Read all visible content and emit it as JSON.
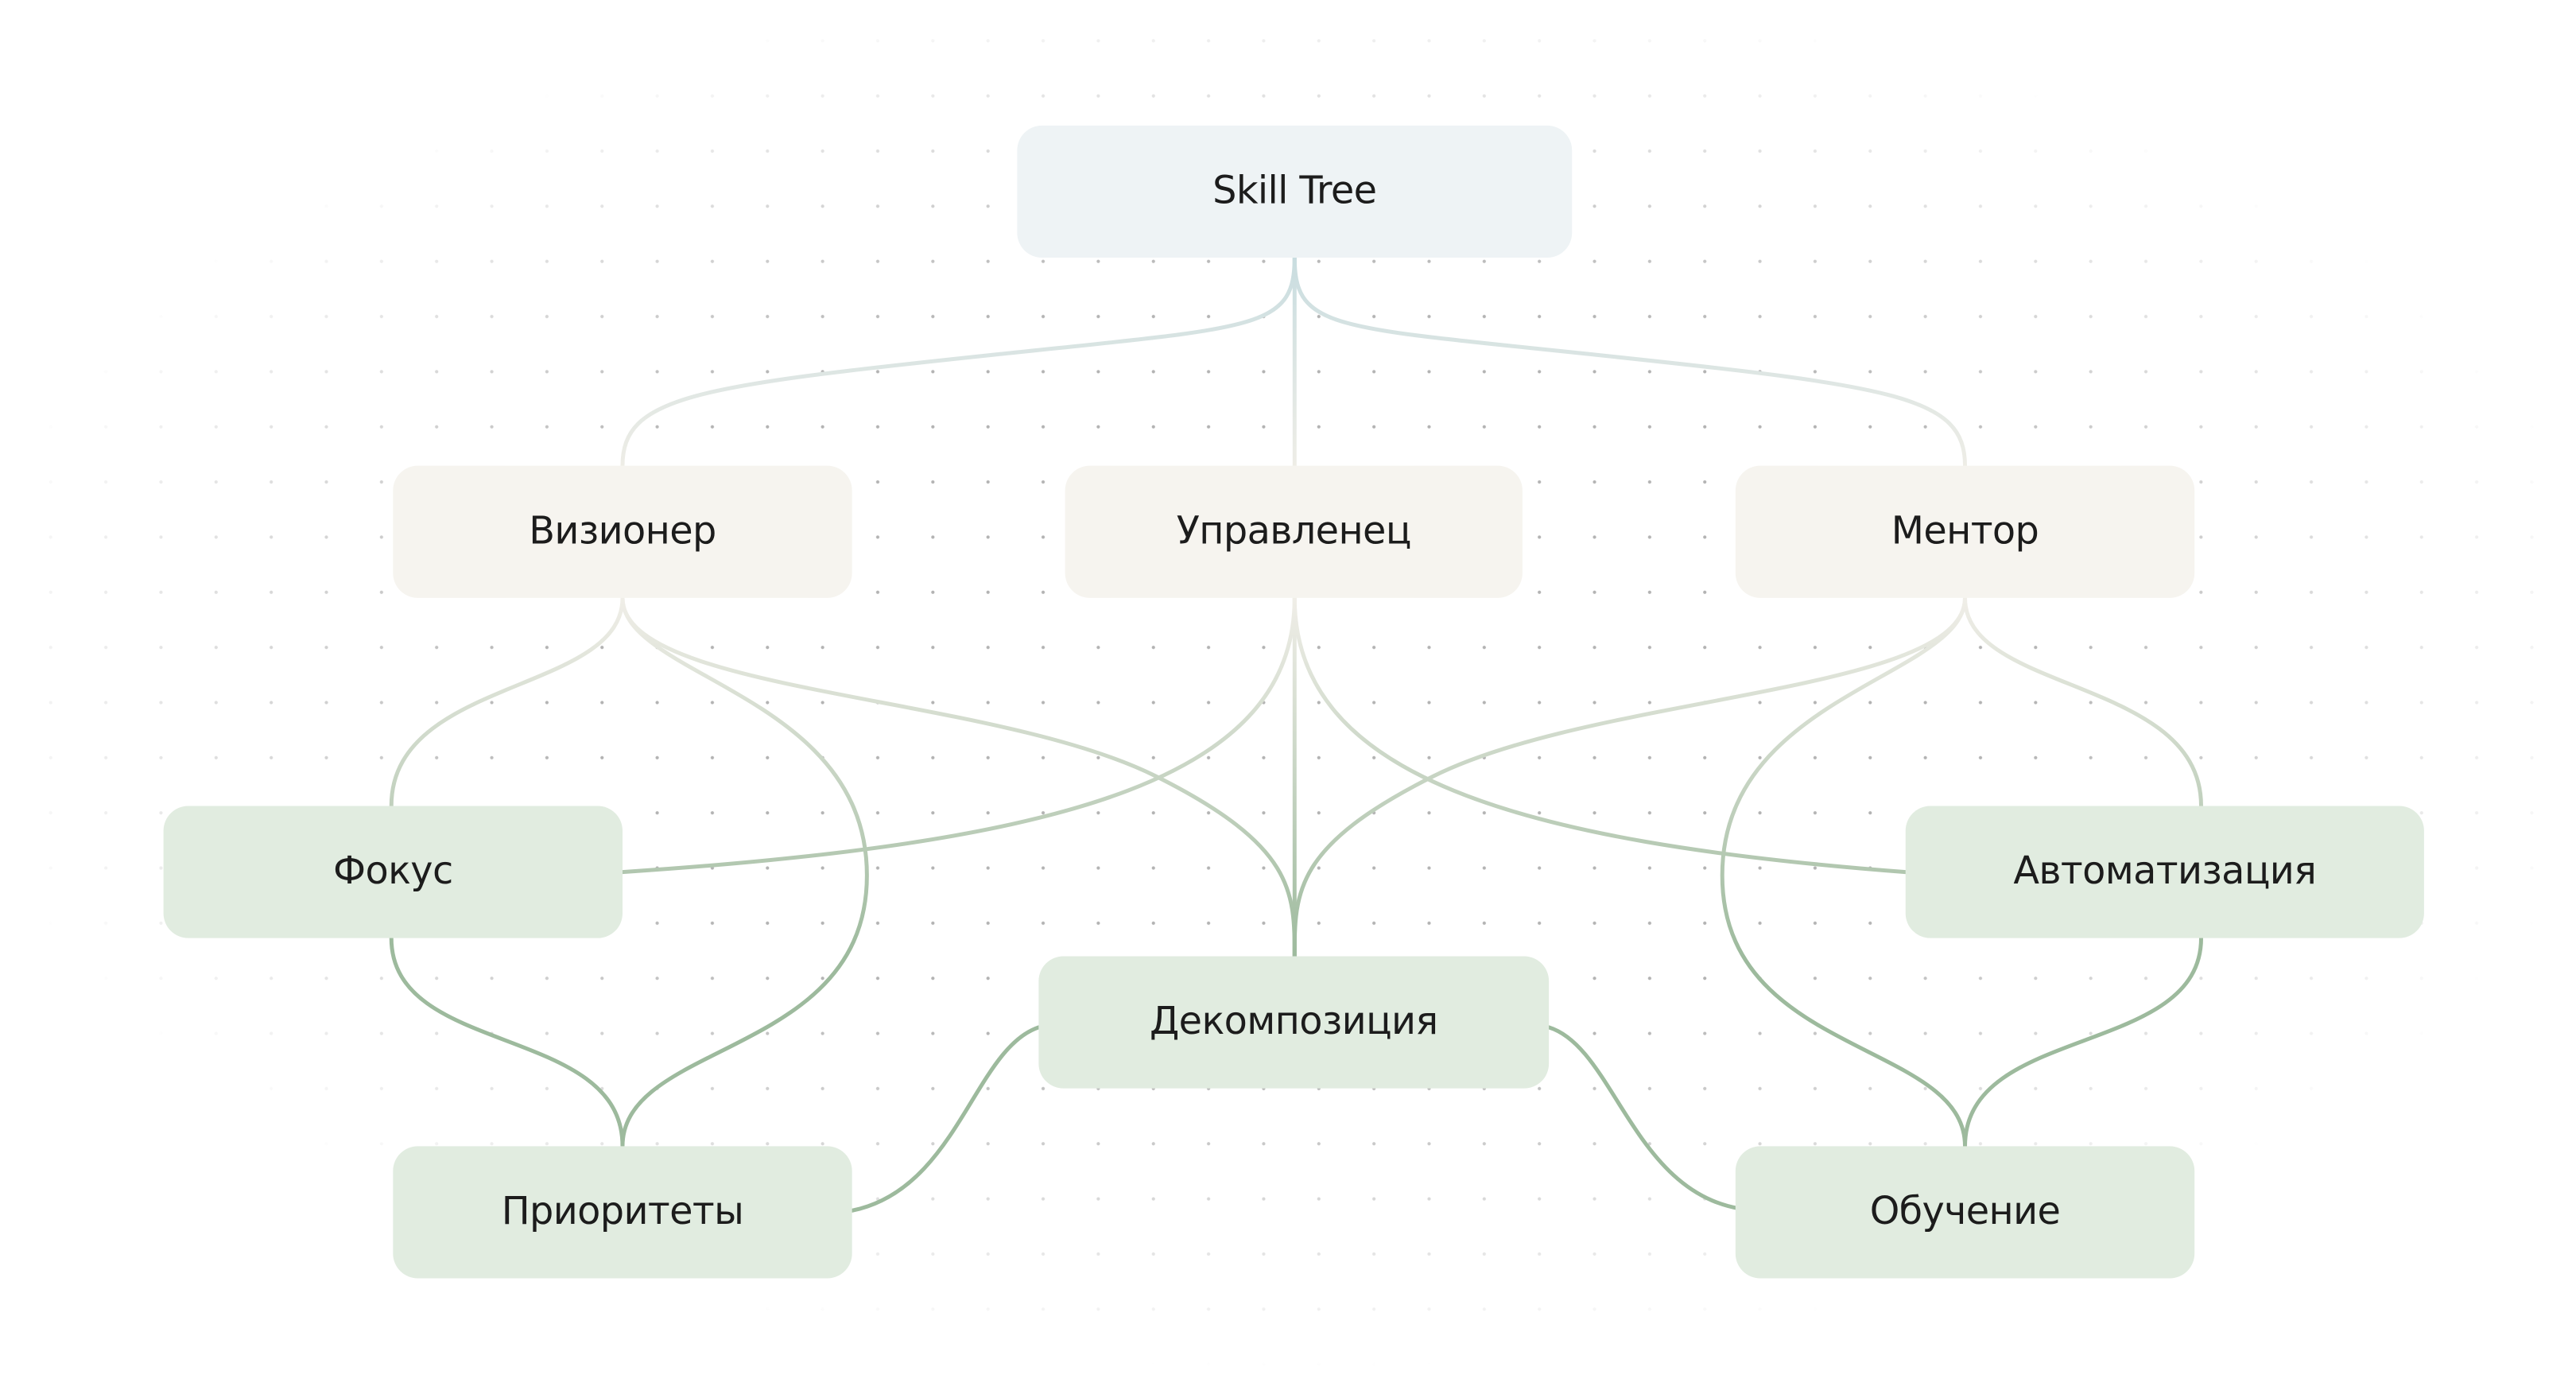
{
  "diagram": {
    "root": {
      "label": "Skill Tree"
    },
    "roles": [
      {
        "id": "visionary",
        "label": "Визионер"
      },
      {
        "id": "manager",
        "label": "Управленец"
      },
      {
        "id": "mentor",
        "label": "Ментор"
      }
    ],
    "skills": [
      {
        "id": "focus",
        "label": "Фокус"
      },
      {
        "id": "automation",
        "label": "Автоматизация"
      },
      {
        "id": "decomposition",
        "label": "Декомпозиция"
      },
      {
        "id": "priorities",
        "label": "Приоритеты"
      },
      {
        "id": "learning",
        "label": "Обучение"
      }
    ],
    "edges": [
      [
        "root",
        "visionary"
      ],
      [
        "root",
        "manager"
      ],
      [
        "root",
        "mentor"
      ],
      [
        "visionary",
        "focus"
      ],
      [
        "visionary",
        "priorities"
      ],
      [
        "visionary",
        "decomposition"
      ],
      [
        "manager",
        "focus"
      ],
      [
        "manager",
        "decomposition"
      ],
      [
        "manager",
        "automation"
      ],
      [
        "mentor",
        "decomposition"
      ],
      [
        "mentor",
        "learning"
      ],
      [
        "mentor",
        "automation"
      ],
      [
        "focus",
        "priorities"
      ],
      [
        "automation",
        "learning"
      ],
      [
        "decomposition",
        "priorities"
      ],
      [
        "decomposition",
        "learning"
      ]
    ],
    "colors": {
      "root": "#eef3f5",
      "role": "#f6f4ef",
      "skill": "#e1ece0",
      "edge_top": "#d3e2e4",
      "edge_mid": "#eeede6",
      "edge_bottom": "#9dba9d"
    }
  }
}
